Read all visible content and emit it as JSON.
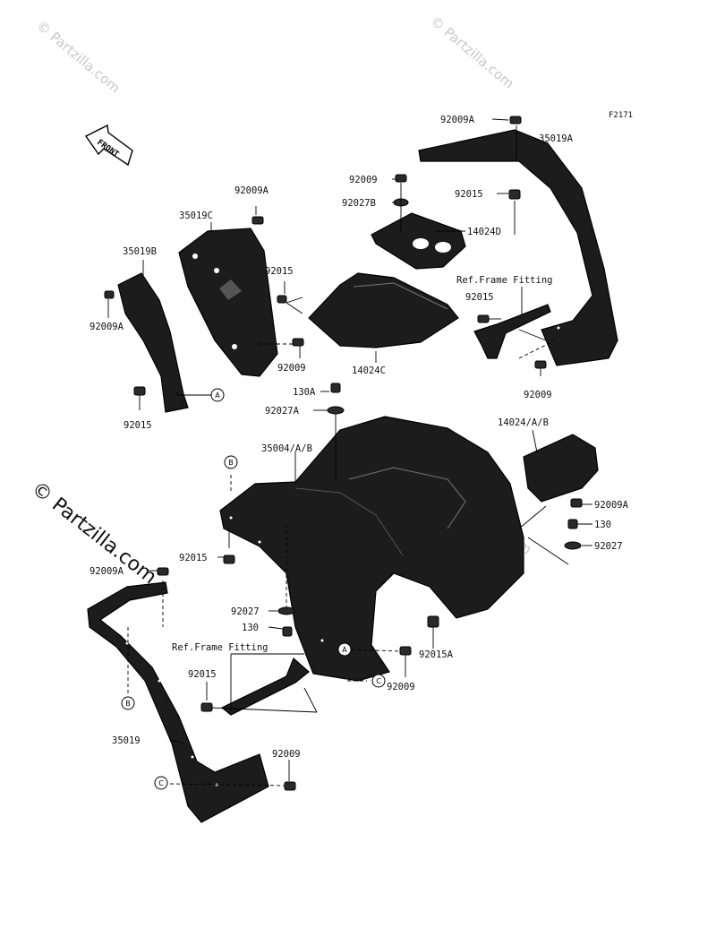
{
  "figure_code": "F2171",
  "front_label": "FRONT",
  "watermark": "© Partzilla.com",
  "labels": {
    "p92009A_top": "92009A",
    "p35019A": "35019A",
    "p92009_top": "92009",
    "p92027B": "92027B",
    "p92015_right": "92015",
    "p14024D": "14024D",
    "ref_frame_right": "Ref.Frame Fitting",
    "p92015_right2": "92015",
    "p92009_right": "92009",
    "p14024C": "14024C",
    "p92009A_left": "92009A",
    "p35019C": "35019C",
    "p35019B": "35019B",
    "p92015_mid": "92015",
    "p92009A_far_left": "92009A",
    "p92009_mid": "92009",
    "p92015_left": "92015",
    "p130A": "130A",
    "p92027A": "92027A",
    "p35004": "35004/A/B",
    "p14024AB": "14024/A/B",
    "p92009A_rr": "92009A",
    "p130_r": "130",
    "p92027_r": "92027",
    "p92015_low": "92015",
    "p92009A_low": "92009A",
    "p92027_low": "92027",
    "p130_low": "130",
    "ref_frame_left": "Ref.Frame Fitting",
    "p92015A": "92015A",
    "p92009_low": "92009",
    "p92015_bottom": "92015",
    "p35019": "35019",
    "p92009_bottom": "92009"
  },
  "callouts": {
    "A": "A",
    "B": "B",
    "C": "C"
  }
}
